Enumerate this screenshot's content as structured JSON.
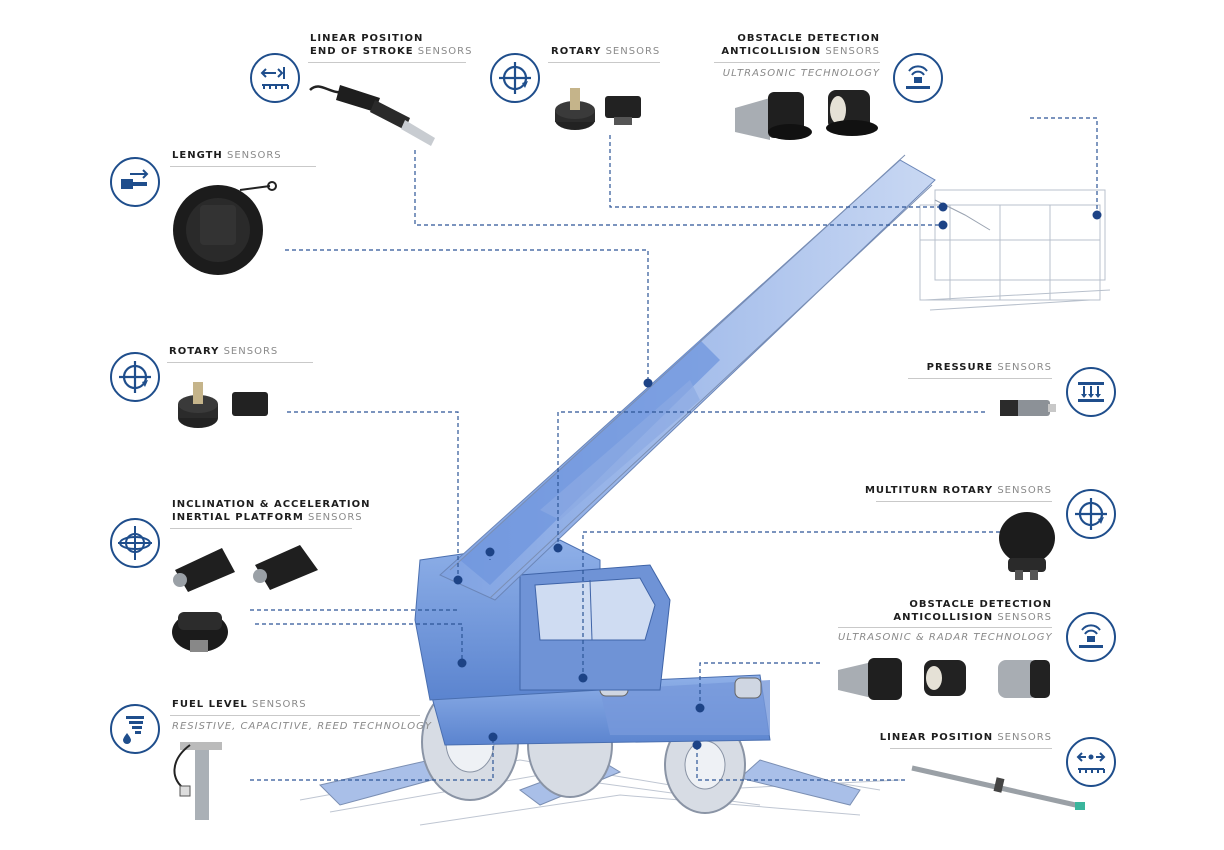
{
  "colors": {
    "accent": "#1f4e8c",
    "machine": "#6f93d6",
    "leader": "#2c5596"
  },
  "labels": {
    "linear_end": {
      "line1": "LINEAR POSITION",
      "line2_bold": "END OF STROKE",
      "line2_light": "SENSORS"
    },
    "rotary_top": {
      "bold": "ROTARY",
      "light": "SENSORS"
    },
    "obstacle_top": {
      "line1": "OBSTACLE DETECTION",
      "line2_bold": "ANTICOLLISION",
      "line2_light": "SENSORS",
      "sub": "ULTRASONIC TECHNOLOGY"
    },
    "length": {
      "bold": "LENGTH",
      "light": "SENSORS"
    },
    "rotary_left": {
      "bold": "ROTARY",
      "light": "SENSORS"
    },
    "inclination": {
      "line1": "INCLINATION & ACCELERATION",
      "line2_bold": "INERTIAL PLATFORM",
      "line2_light": "SENSORS"
    },
    "fuel": {
      "bold": "FUEL LEVEL",
      "light": "SENSORS",
      "sub": "RESISTIVE, CAPACITIVE, REED TECHNOLOGY"
    },
    "pressure": {
      "bold": "PRESSURE",
      "light": "SENSORS"
    },
    "multiturn": {
      "bold": "MULTITURN ROTARY",
      "light": "SENSORS"
    },
    "obstacle_right": {
      "line1": "OBSTACLE DETECTION",
      "line2_bold": "ANTICOLLISION",
      "line2_light": "SENSORS",
      "sub": "ULTRASONIC & RADAR TECHNOLOGY"
    },
    "linear_right": {
      "bold": "LINEAR POSITION",
      "light": "SENSORS"
    }
  },
  "icons": {
    "linear_end": "linear-position-icon",
    "rotary_top": "rotary-icon",
    "obstacle_top": "ultrasonic-icon",
    "length": "length-icon",
    "rotary_left": "rotary-icon",
    "inclination": "inclination-icon",
    "fuel": "fuel-level-icon",
    "pressure": "pressure-icon",
    "multiturn": "rotary-icon",
    "obstacle_right": "ultrasonic-icon",
    "linear_right": "linear-position-icon"
  }
}
